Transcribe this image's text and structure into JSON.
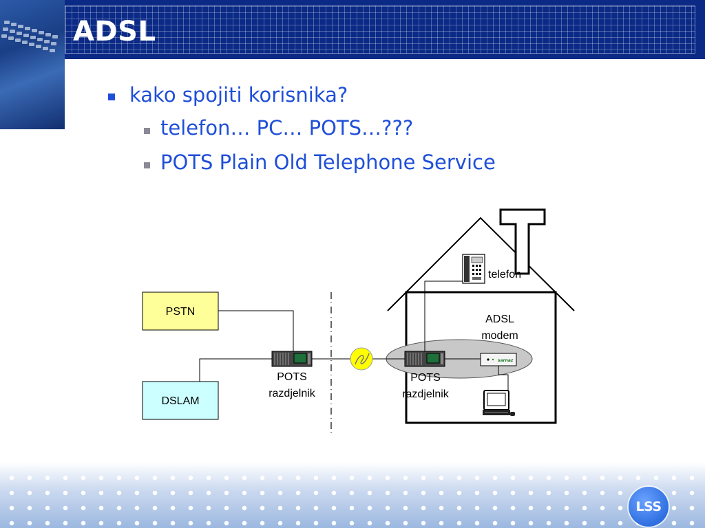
{
  "slide": {
    "title": "ADSL",
    "bullets": [
      {
        "text": "kako spojiti korisnika?",
        "sub": [
          "telefon… PC… POTS…???",
          "POTS Plain Old Telephone Service"
        ]
      }
    ]
  },
  "diagram": {
    "pstn_label": "PSTN",
    "dslam_label": "DSLAM",
    "splitter_left": [
      "POTS",
      "razdjelnik"
    ],
    "splitter_right": [
      "POTS",
      "razdjelnik"
    ],
    "phone_label": "telefon",
    "modem_label": [
      "ADSL",
      "modem"
    ],
    "modem_brand": "sarnaz"
  },
  "logo_text": "LSS",
  "colors": {
    "header_blue": "#0b2a86",
    "bullet_text": "#1f4fd8",
    "pstn_fill": "#ffff99",
    "dslam_fill": "#ccffff",
    "ellipse_fill": "#c8c8c8",
    "filter_fill": "#ffff00"
  }
}
